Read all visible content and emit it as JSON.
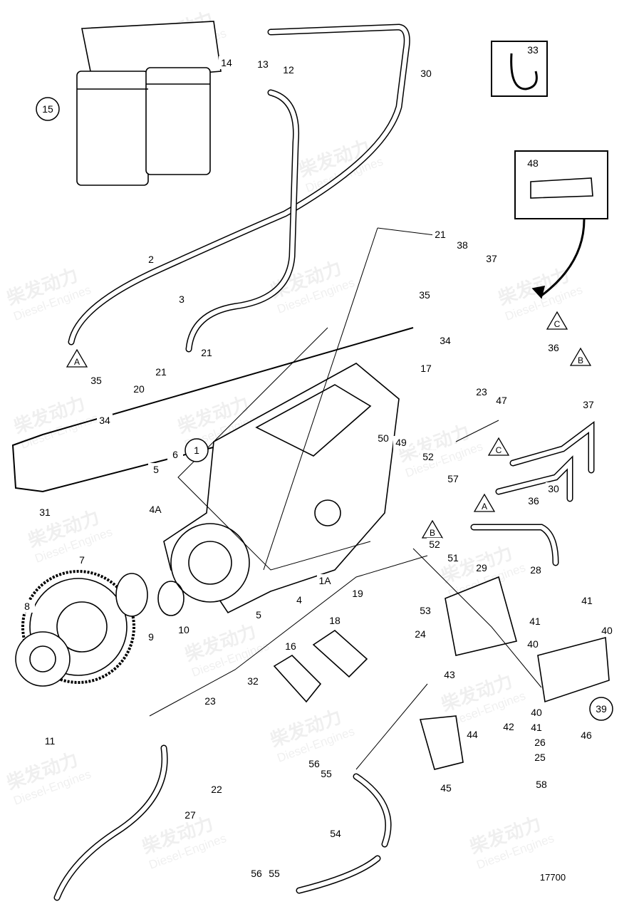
{
  "diagram": {
    "drawing_number": "17700",
    "watermark": {
      "cn": "柴发动力",
      "en": "Diesel-Engines"
    },
    "callouts": [
      {
        "text": "33",
        "kind": "plain"
      },
      {
        "text": "15",
        "kind": "circle"
      },
      {
        "text": "14",
        "kind": "plain"
      },
      {
        "text": "13",
        "kind": "plain"
      },
      {
        "text": "12",
        "kind": "plain"
      },
      {
        "text": "30",
        "kind": "plain"
      },
      {
        "text": "48",
        "kind": "plain"
      },
      {
        "text": "2",
        "kind": "plain"
      },
      {
        "text": "3",
        "kind": "plain"
      },
      {
        "text": "21",
        "kind": "plain"
      },
      {
        "text": "38",
        "kind": "plain"
      },
      {
        "text": "37",
        "kind": "plain"
      },
      {
        "text": "35",
        "kind": "plain"
      },
      {
        "text": "34",
        "kind": "plain"
      },
      {
        "text": "17",
        "kind": "plain"
      },
      {
        "text": "C",
        "kind": "triangle"
      },
      {
        "text": "A",
        "kind": "triangle"
      },
      {
        "text": "35",
        "kind": "plain"
      },
      {
        "text": "21",
        "kind": "plain"
      },
      {
        "text": "21",
        "kind": "plain"
      },
      {
        "text": "20",
        "kind": "plain"
      },
      {
        "text": "34",
        "kind": "plain"
      },
      {
        "text": "36",
        "kind": "plain"
      },
      {
        "text": "B",
        "kind": "triangle"
      },
      {
        "text": "23",
        "kind": "plain"
      },
      {
        "text": "47",
        "kind": "plain"
      },
      {
        "text": "37",
        "kind": "plain"
      },
      {
        "text": "1",
        "kind": "circle"
      },
      {
        "text": "6",
        "kind": "plain"
      },
      {
        "text": "5",
        "kind": "plain"
      },
      {
        "text": "50",
        "kind": "plain"
      },
      {
        "text": "49",
        "kind": "plain"
      },
      {
        "text": "52",
        "kind": "plain"
      },
      {
        "text": "C",
        "kind": "triangle"
      },
      {
        "text": "31",
        "kind": "plain"
      },
      {
        "text": "4A",
        "kind": "plain"
      },
      {
        "text": "57",
        "kind": "plain"
      },
      {
        "text": "30",
        "kind": "plain"
      },
      {
        "text": "A",
        "kind": "triangle"
      },
      {
        "text": "36",
        "kind": "plain"
      },
      {
        "text": "B",
        "kind": "triangle"
      },
      {
        "text": "7",
        "kind": "plain"
      },
      {
        "text": "52",
        "kind": "plain"
      },
      {
        "text": "51",
        "kind": "plain"
      },
      {
        "text": "29",
        "kind": "plain"
      },
      {
        "text": "28",
        "kind": "plain"
      },
      {
        "text": "1A",
        "kind": "plain"
      },
      {
        "text": "4",
        "kind": "plain"
      },
      {
        "text": "5",
        "kind": "plain"
      },
      {
        "text": "10",
        "kind": "plain"
      },
      {
        "text": "9",
        "kind": "plain"
      },
      {
        "text": "8",
        "kind": "plain"
      },
      {
        "text": "19",
        "kind": "plain"
      },
      {
        "text": "18",
        "kind": "plain"
      },
      {
        "text": "16",
        "kind": "plain"
      },
      {
        "text": "41",
        "kind": "plain"
      },
      {
        "text": "41",
        "kind": "plain"
      },
      {
        "text": "40",
        "kind": "plain"
      },
      {
        "text": "24",
        "kind": "plain"
      },
      {
        "text": "53",
        "kind": "plain"
      },
      {
        "text": "40",
        "kind": "plain"
      },
      {
        "text": "32",
        "kind": "plain"
      },
      {
        "text": "23",
        "kind": "plain"
      },
      {
        "text": "39",
        "kind": "circle"
      },
      {
        "text": "43",
        "kind": "plain"
      },
      {
        "text": "11",
        "kind": "plain"
      },
      {
        "text": "40",
        "kind": "plain"
      },
      {
        "text": "41",
        "kind": "plain"
      },
      {
        "text": "26",
        "kind": "plain"
      },
      {
        "text": "46",
        "kind": "plain"
      },
      {
        "text": "44",
        "kind": "plain"
      },
      {
        "text": "42",
        "kind": "plain"
      },
      {
        "text": "25",
        "kind": "plain"
      },
      {
        "text": "58",
        "kind": "plain"
      },
      {
        "text": "22",
        "kind": "plain"
      },
      {
        "text": "56",
        "kind": "plain"
      },
      {
        "text": "55",
        "kind": "plain"
      },
      {
        "text": "45",
        "kind": "plain"
      },
      {
        "text": "27",
        "kind": "plain"
      },
      {
        "text": "54",
        "kind": "plain"
      },
      {
        "text": "56",
        "kind": "plain"
      },
      {
        "text": "55",
        "kind": "plain"
      }
    ]
  }
}
